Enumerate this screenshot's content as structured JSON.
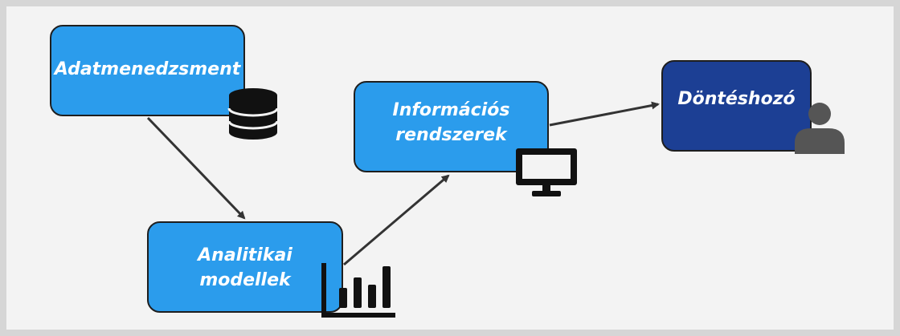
{
  "nodes": {
    "adatmenedzsment": {
      "label": "Adatmenedzsment",
      "icon": "database-icon"
    },
    "analitikai": {
      "label": "Analitikai\nmodellek",
      "icon": "bar-chart-icon"
    },
    "informacios": {
      "label": "Információs\nrendszerek",
      "icon": "monitor-icon"
    },
    "donteshozo": {
      "label": "Döntéshozó",
      "icon": "user-icon"
    }
  },
  "colors": {
    "node_fill": "#2b9cec",
    "decision_fill": "#1c3f94",
    "border": "#1e1e1e",
    "arrow": "#333333",
    "icon": "#111111",
    "user_icon": "#555555",
    "background": "#f3f3f3"
  },
  "edges": [
    {
      "from": "Adatmenedzsment",
      "to": "Analitikai modellek"
    },
    {
      "from": "Analitikai modellek",
      "to": "Információs rendszerek"
    },
    {
      "from": "Információs rendszerek",
      "to": "Döntéshozó"
    }
  ]
}
